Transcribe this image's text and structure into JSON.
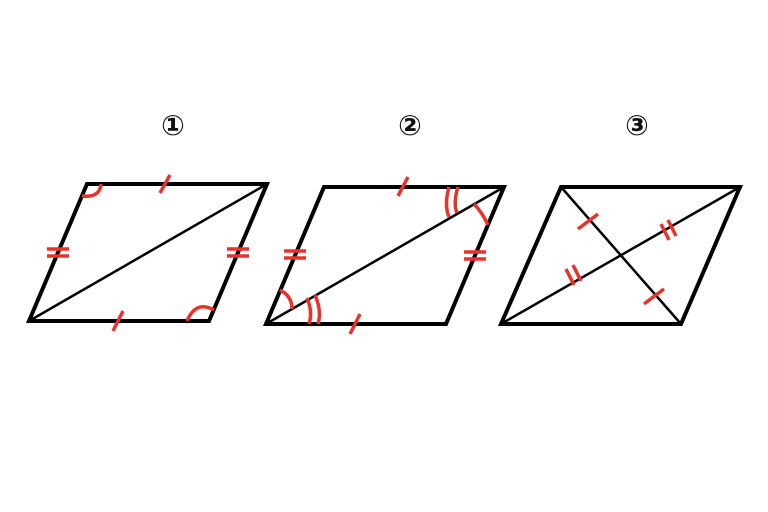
{
  "figures": [
    {
      "label": "①"
    },
    {
      "label": "②"
    },
    {
      "label": "③"
    }
  ],
  "colors": {
    "outline": "#000000",
    "marks": "#e8322c"
  }
}
